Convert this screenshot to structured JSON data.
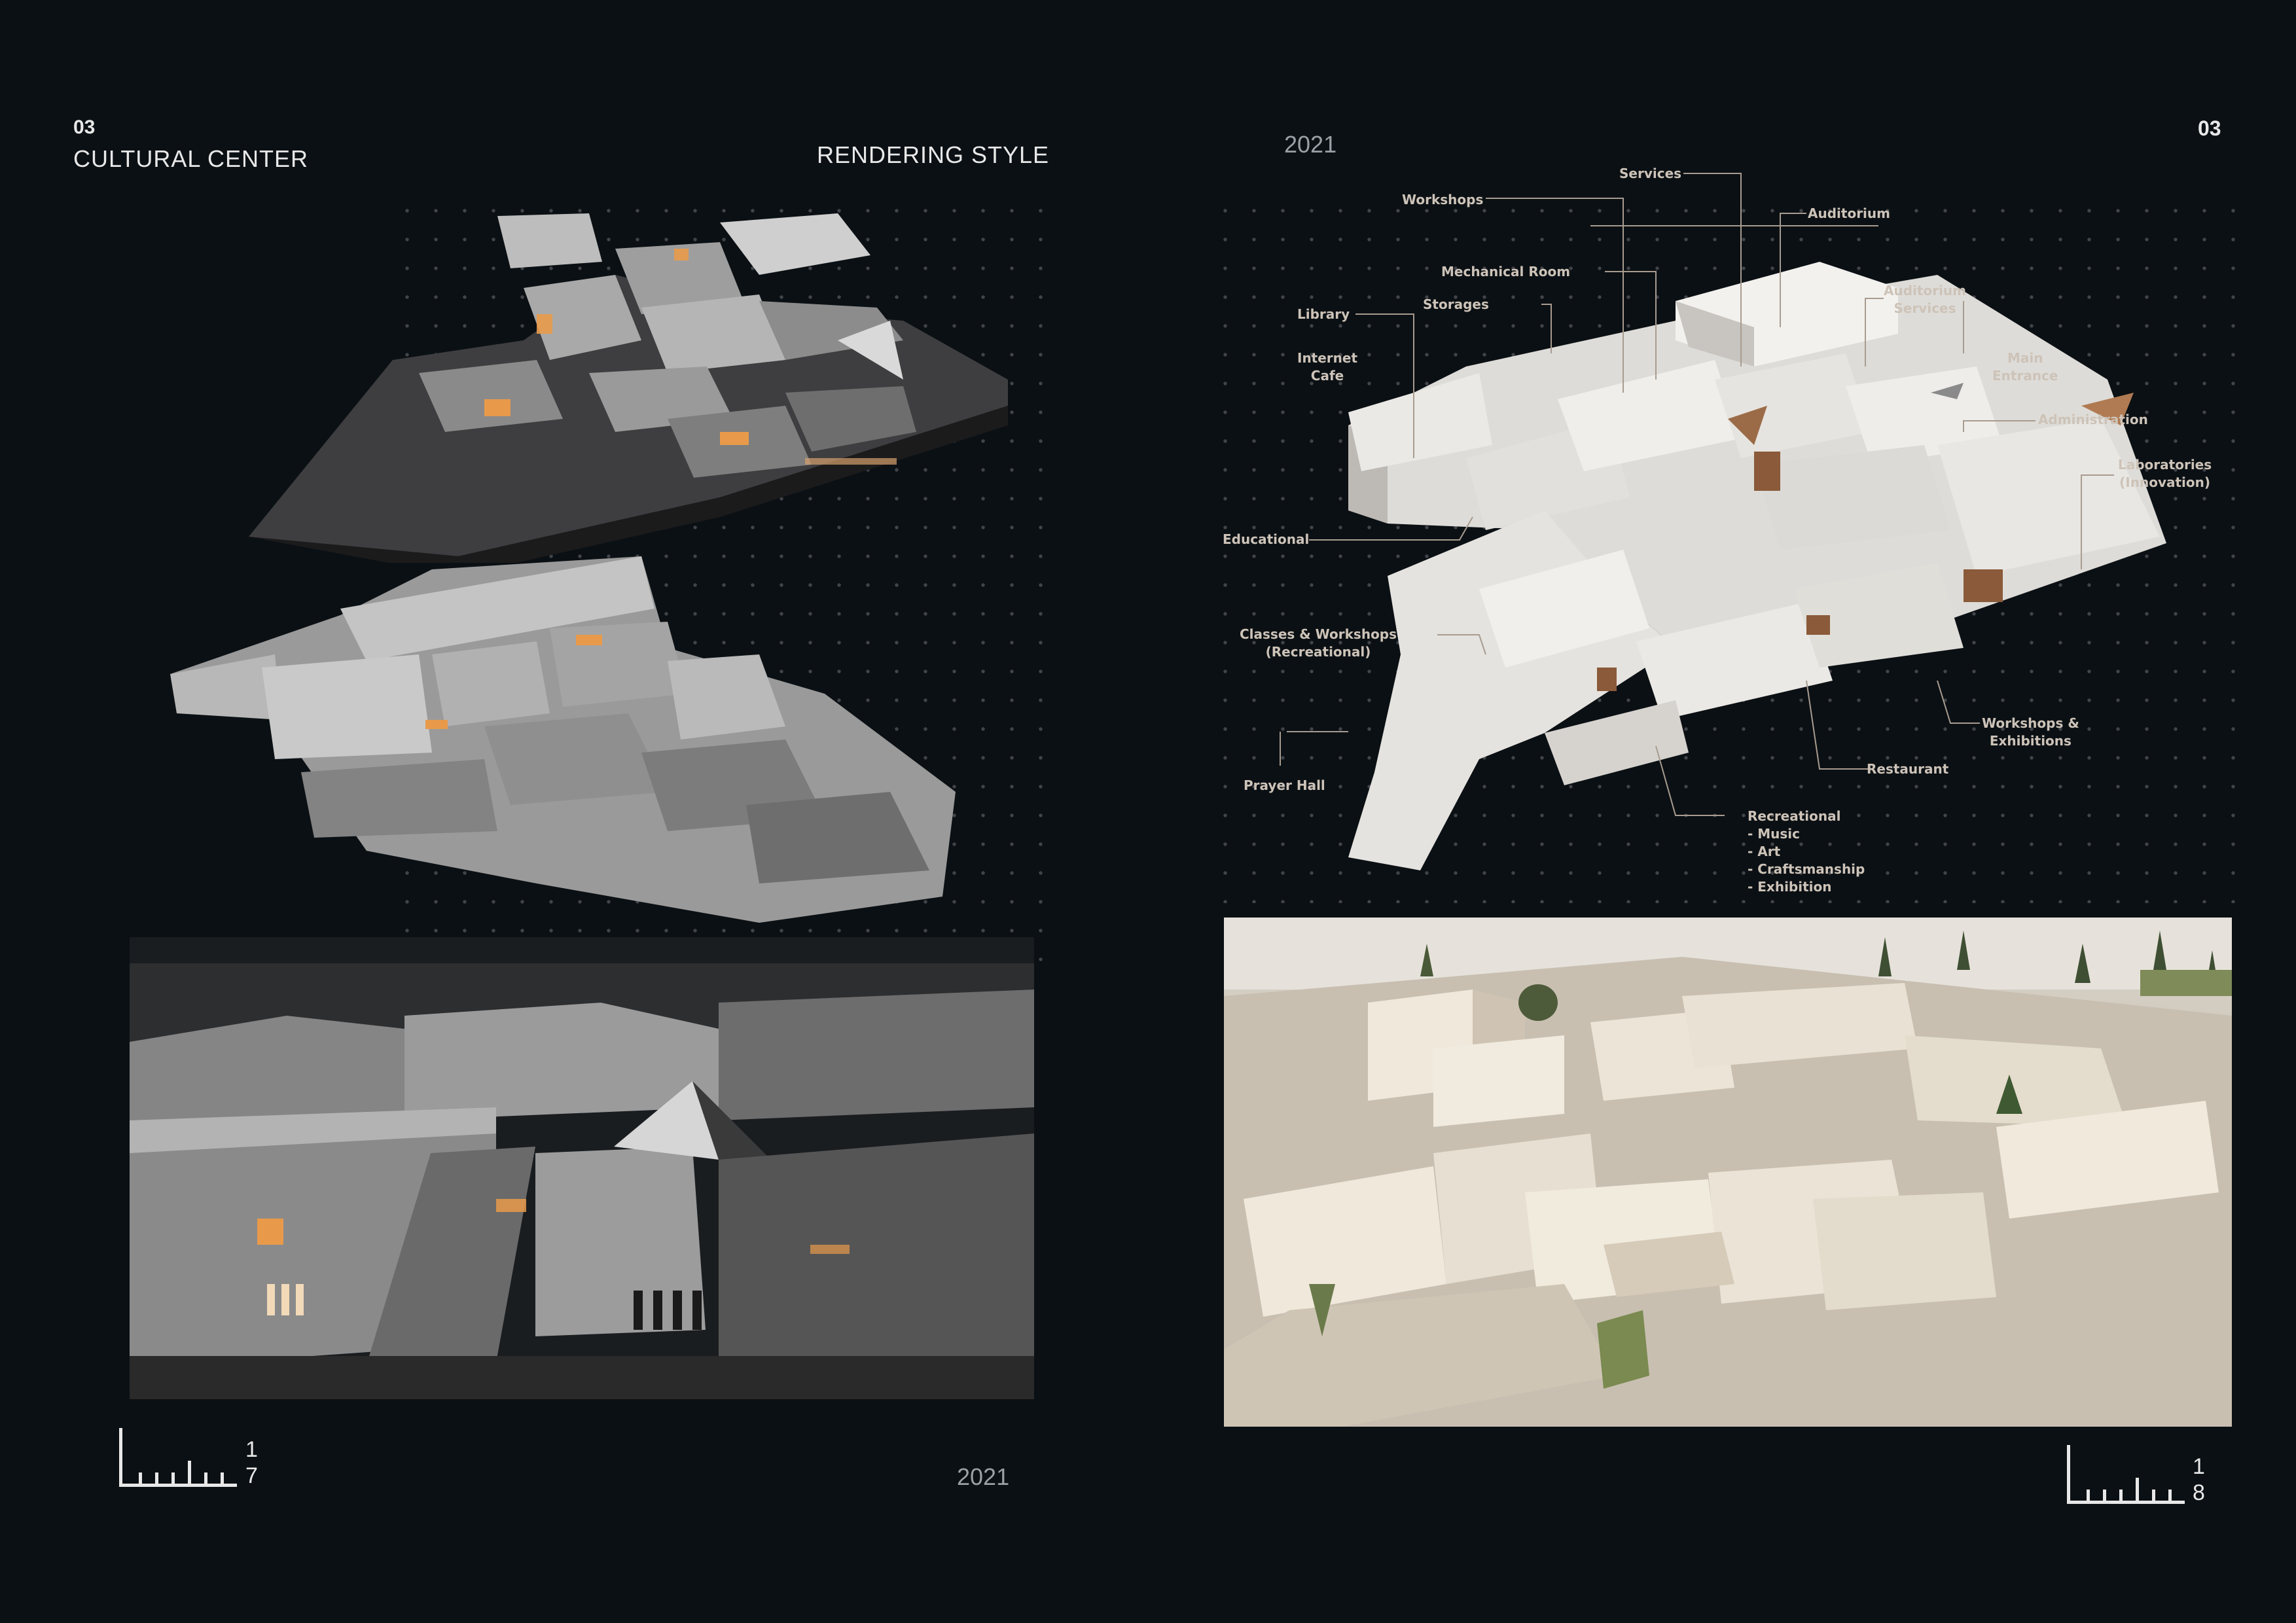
{
  "left_page": {
    "section_number": "03",
    "section_title": "CULTURAL CENTER",
    "heading": "RENDERING STYLE",
    "page_number": [
      "1",
      "7"
    ],
    "year": "2021"
  },
  "right_page": {
    "year": "2021",
    "section_number": "03",
    "page_number": [
      "1",
      "8"
    ]
  },
  "diagram_labels": {
    "services": "Services",
    "workshops": "Workshops",
    "auditorium": "Auditorium",
    "mechanical_room": "Mechanical Room",
    "storages": "Storages",
    "auditorium_services": [
      "Auditorium",
      "Services"
    ],
    "library": "Library",
    "internet_cafe": [
      "Internet",
      "Cafe"
    ],
    "main_entrance": [
      "Main",
      "Entrance"
    ],
    "administration": "Administration",
    "laboratories": [
      "Laboratories",
      "(Innovation)"
    ],
    "educational": "Educational",
    "classes_workshops": [
      "Classes & Workshops",
      "(Recreational)"
    ],
    "workshops_exhibitions": [
      "Workshops &",
      "Exhibitions"
    ],
    "restaurant": "Restaurant",
    "prayer_hall": "Prayer Hall",
    "recreational": [
      "Recreational",
      "- Music",
      "- Art",
      "- Craftsmanship",
      "- Exhibition"
    ]
  },
  "colors": {
    "background": "#0b1014",
    "text": "#e8e8e8",
    "label": "#cdc3b8",
    "accent_glow": "#e89a4a"
  }
}
